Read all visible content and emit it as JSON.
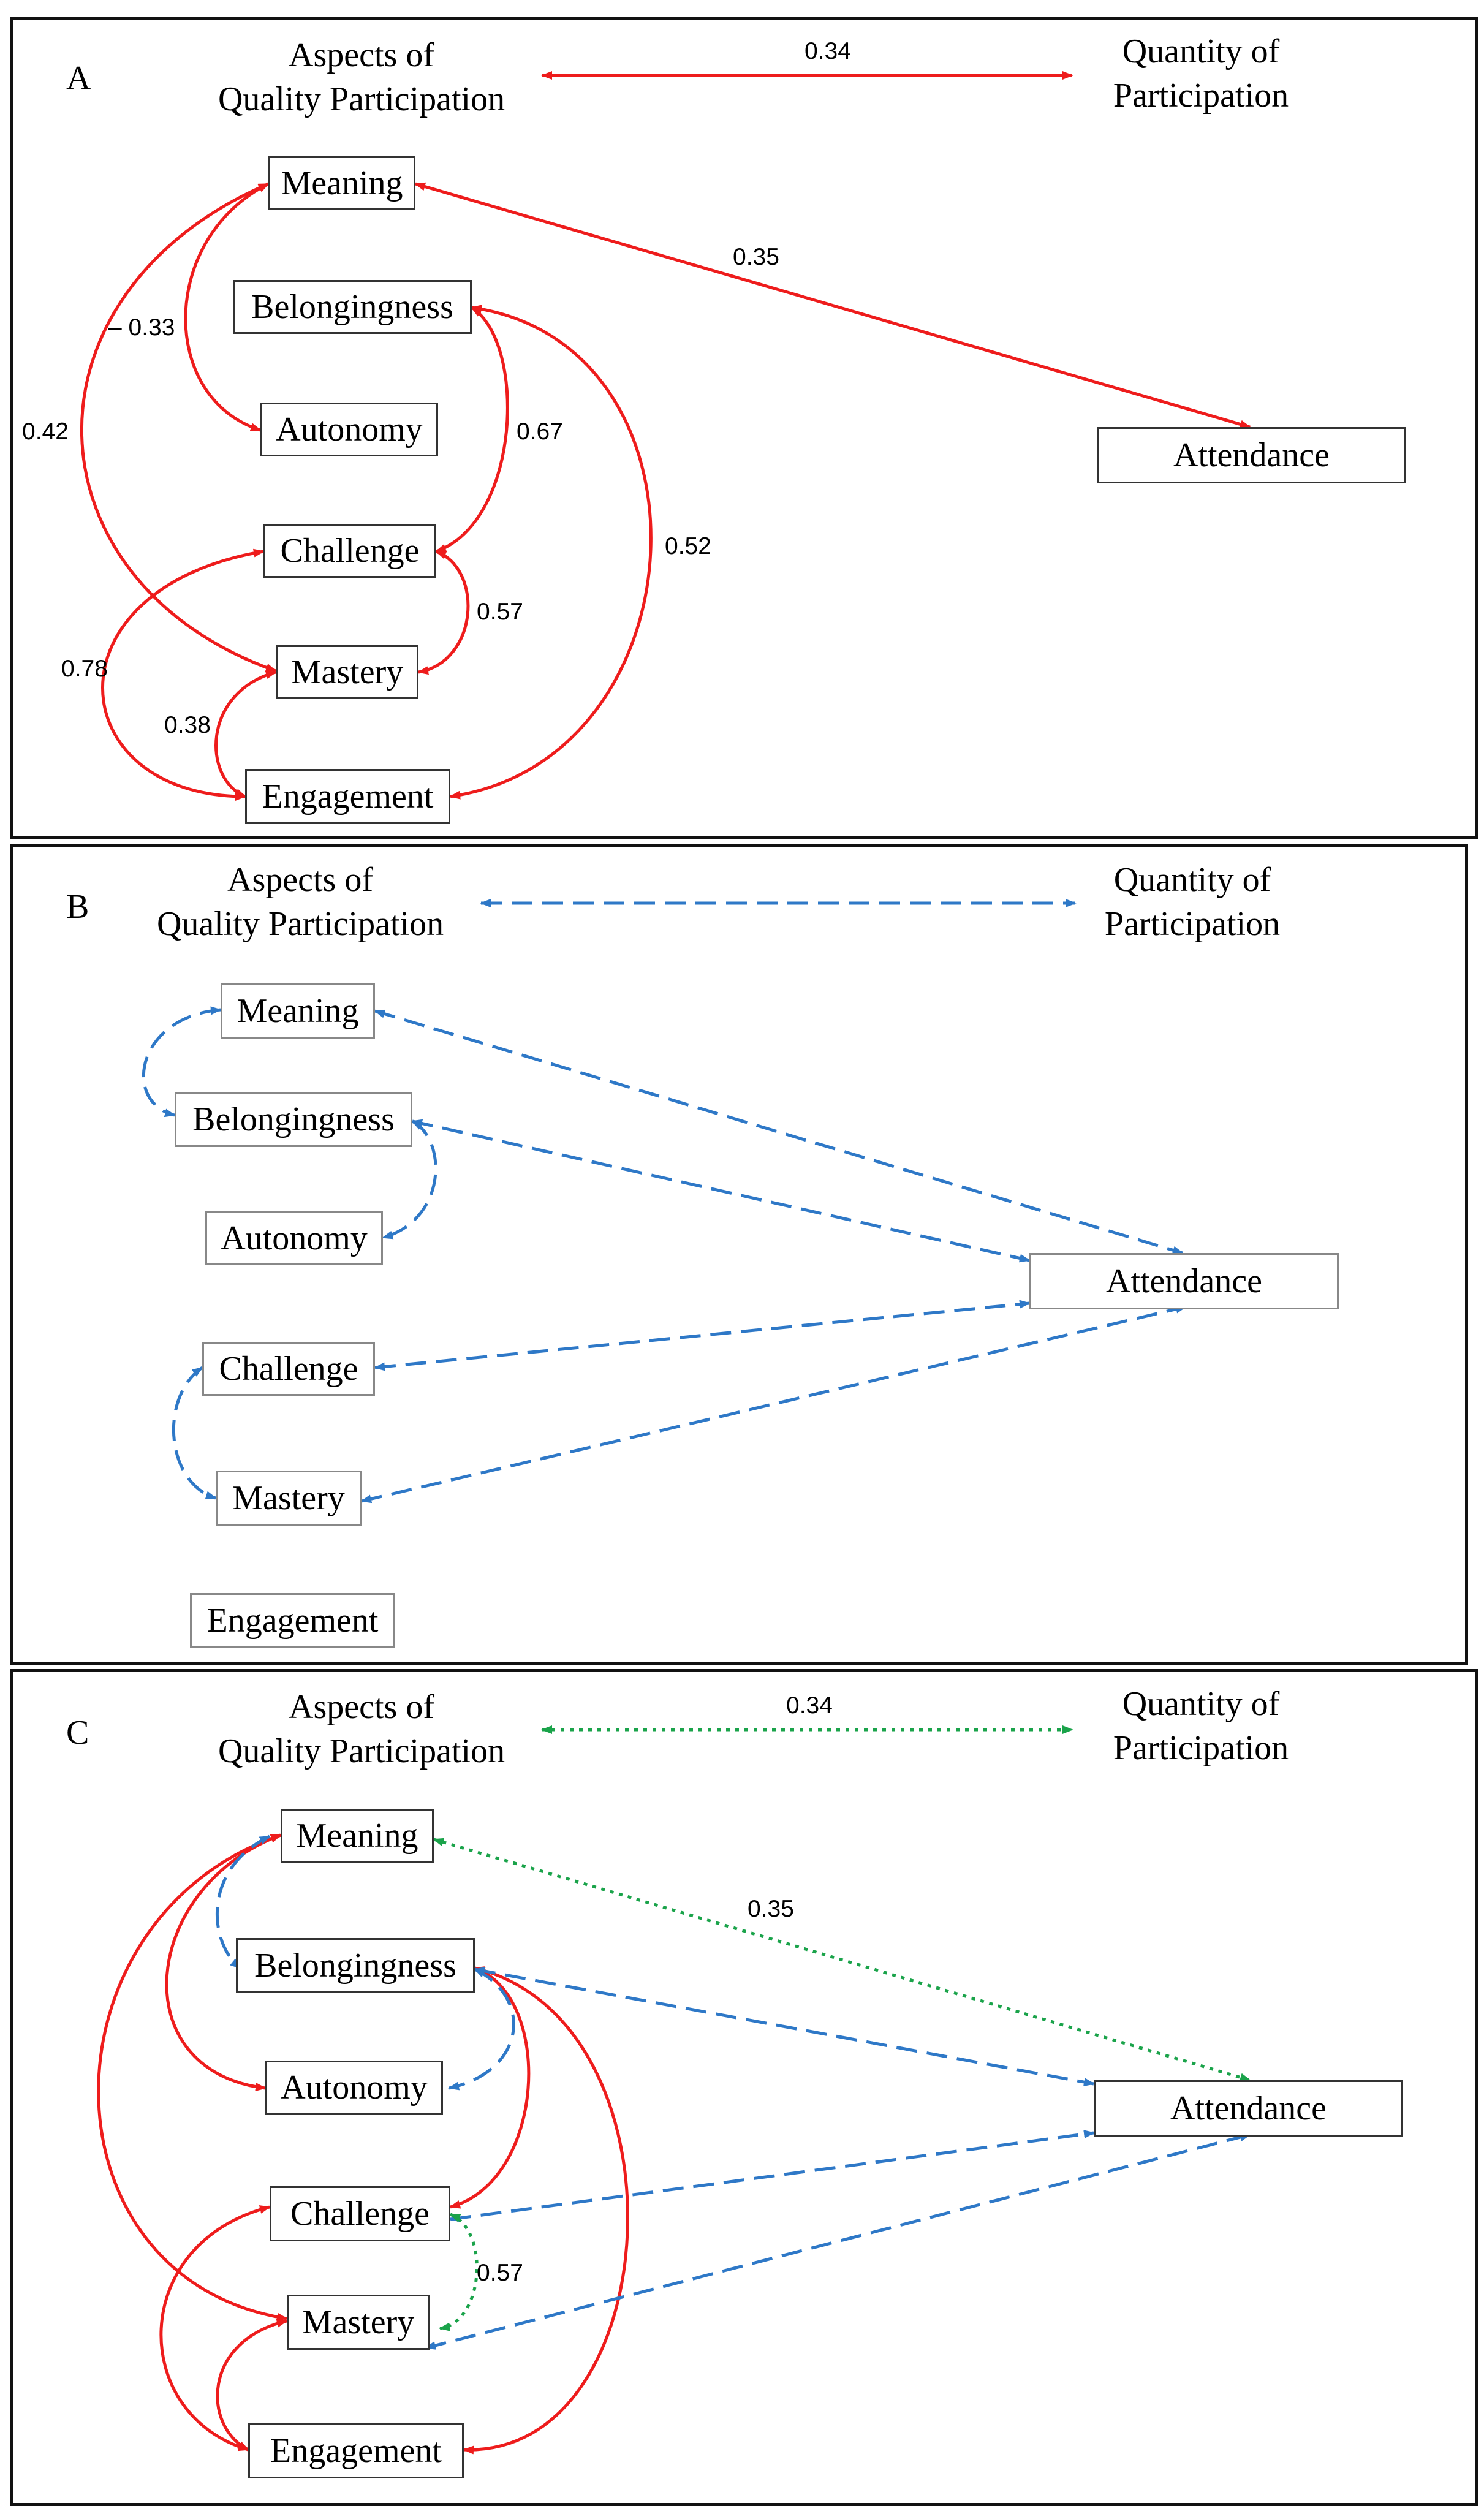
{
  "headers": {
    "quality_line1": "Aspects of",
    "quality_line2": "Quality Participation",
    "quantity_line1": "Quantity of",
    "quantity_line2": "Participation"
  },
  "nodes": {
    "meaning": "Meaning",
    "belongingness": "Belongingness",
    "autonomy": "Autonomy",
    "challenge": "Challenge",
    "mastery": "Mastery",
    "engagement": "Engagement",
    "attendance": "Attendance"
  },
  "panels": [
    {
      "letter": "A",
      "header_coef": "0.34",
      "edge_color": "#ee1c1c",
      "coefficients": {
        "meaning_attendance": "0.35",
        "meaning_autonomy": "– 0.33",
        "meaning_mastery": "0.42",
        "belongingness_challenge": "0.67",
        "belongingness_engagement": "0.52",
        "challenge_mastery": "0.57",
        "challenge_engagement": "0.78",
        "mastery_engagement": "0.38"
      }
    },
    {
      "letter": "B",
      "edge_color": "#2e78c7"
    },
    {
      "letter": "C",
      "header_coef": "0.34",
      "coefficients": {
        "meaning_attendance": "0.35",
        "challenge_mastery": "0.57"
      },
      "colors": {
        "red": "#ee1c1c",
        "blue": "#2e78c7",
        "green": "#1aa34a"
      }
    }
  ]
}
